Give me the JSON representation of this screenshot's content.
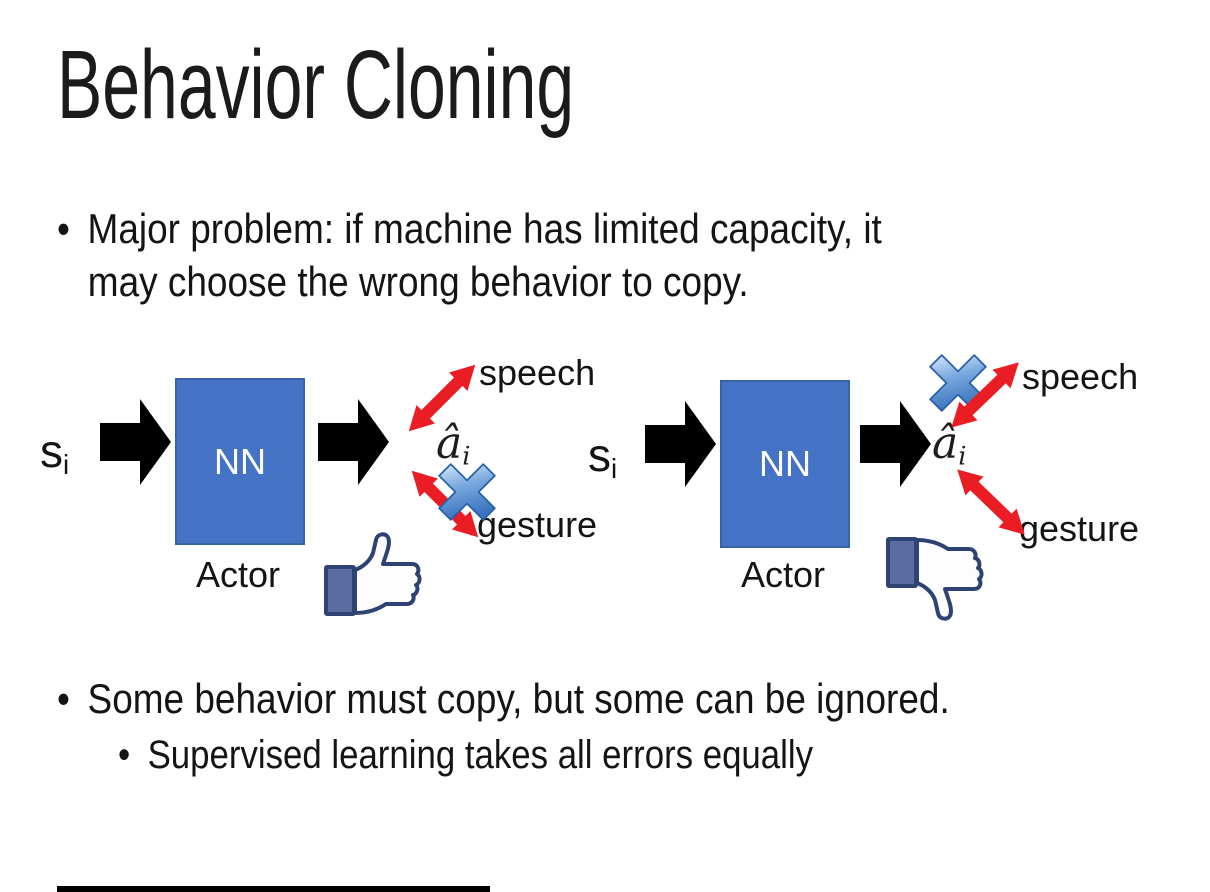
{
  "glyphs": {
    "bullet": "•"
  },
  "colors": {
    "nn_box": "#4472c4",
    "nn_box_border": "#3a62a8",
    "arrow_red": "#ea1c24",
    "thumb_outline": "#2e4373",
    "thumb_cuff": "#5b6ca3",
    "text": "#141414"
  },
  "slide": {
    "title": "Behavior Cloning",
    "bullets": [
      {
        "lines": [
          "Major problem: if machine has limited capacity, it",
          "may choose the wrong behavior to copy."
        ]
      },
      {
        "lines": [
          "Some behavior must copy, but some can be ignored."
        ]
      }
    ],
    "sub_bullet": "Supervised learning takes all errors equally"
  },
  "diagram_left": {
    "input": "s",
    "input_sub": "i",
    "nn_label": "NN",
    "actor_label": "Actor",
    "output": "â",
    "output_sub": "i",
    "speech_label": "speech",
    "gesture_label": "gesture",
    "crossed_out": "gesture",
    "feedback_icon": "thumbs-up"
  },
  "diagram_right": {
    "input": "s",
    "input_sub": "i",
    "nn_label": "NN",
    "actor_label": "Actor",
    "output": "â",
    "output_sub": "i",
    "speech_label": "speech",
    "gesture_label": "gesture",
    "crossed_out": "speech",
    "feedback_icon": "thumbs-down"
  }
}
